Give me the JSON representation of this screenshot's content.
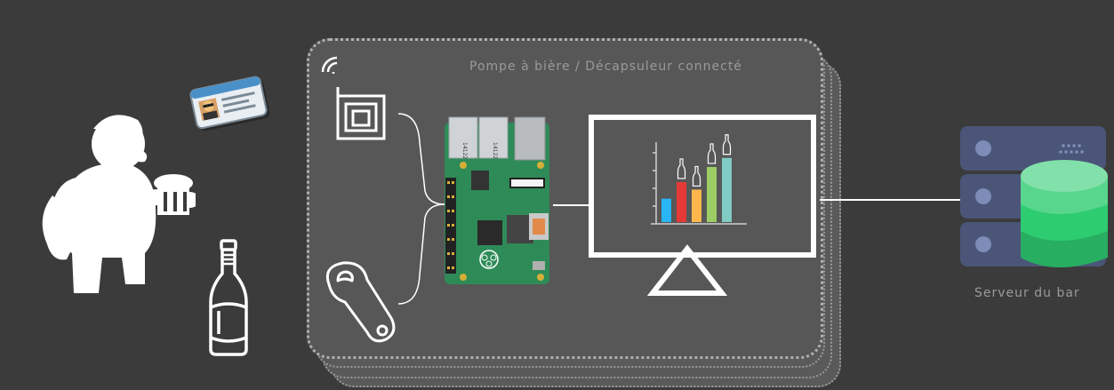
{
  "pump": {
    "title": "Pompe à bière / Décapsuleur connecté",
    "chip_labels": [
      "14122",
      "14122"
    ]
  },
  "server": {
    "label": "Serveur du bar"
  },
  "icons": {
    "person": "person-drinking-beer-icon",
    "id_card": "id-card-icon",
    "beer_bottle": "beer-bottle-icon",
    "nfc_tag": "nfc-tag-icon",
    "bottle_opener": "bottle-opener-icon",
    "raspberry_pi": "raspberry-pi-board-icon",
    "display": "display-screen-icon",
    "server": "server-database-icon"
  },
  "chart_bars": [
    {
      "color": "#29b6f6",
      "value": 0.31
    },
    {
      "color": "#e53935",
      "value": 0.53
    },
    {
      "color": "#ffb74d",
      "value": 0.43
    },
    {
      "color": "#9ccc65",
      "value": 0.73
    },
    {
      "color": "#80cbc4",
      "value": 0.85
    }
  ],
  "colors": {
    "background": "#3b3b3b",
    "card": "#575757",
    "pcb": "#2e8b57",
    "server_panel": "#4a5577",
    "database": "#2ecc71"
  }
}
